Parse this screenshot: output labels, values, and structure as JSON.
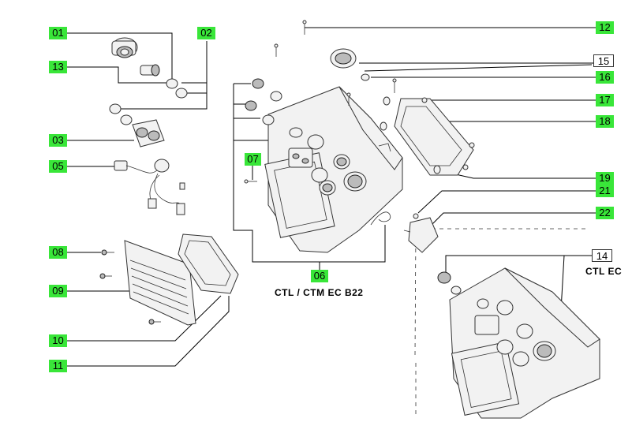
{
  "labels": [
    {
      "id": "01",
      "style": "green"
    },
    {
      "id": "02",
      "style": "green"
    },
    {
      "id": "13",
      "style": "green"
    },
    {
      "id": "03",
      "style": "green"
    },
    {
      "id": "05",
      "style": "green"
    },
    {
      "id": "07",
      "style": "green"
    },
    {
      "id": "08",
      "style": "green"
    },
    {
      "id": "09",
      "style": "green"
    },
    {
      "id": "10",
      "style": "green"
    },
    {
      "id": "11",
      "style": "green"
    },
    {
      "id": "06",
      "style": "green"
    },
    {
      "id": "12",
      "style": "green"
    },
    {
      "id": "15",
      "style": "white"
    },
    {
      "id": "16",
      "style": "green"
    },
    {
      "id": "17",
      "style": "green"
    },
    {
      "id": "18",
      "style": "green"
    },
    {
      "id": "19",
      "style": "green"
    },
    {
      "id": "21",
      "style": "green"
    },
    {
      "id": "22",
      "style": "green"
    },
    {
      "id": "14",
      "style": "white"
    }
  ],
  "captions": {
    "main": "CTL / CTM EC B22",
    "alt": "CTL EC"
  },
  "colors": {
    "label_green": "#39e639",
    "line": "#000000"
  }
}
